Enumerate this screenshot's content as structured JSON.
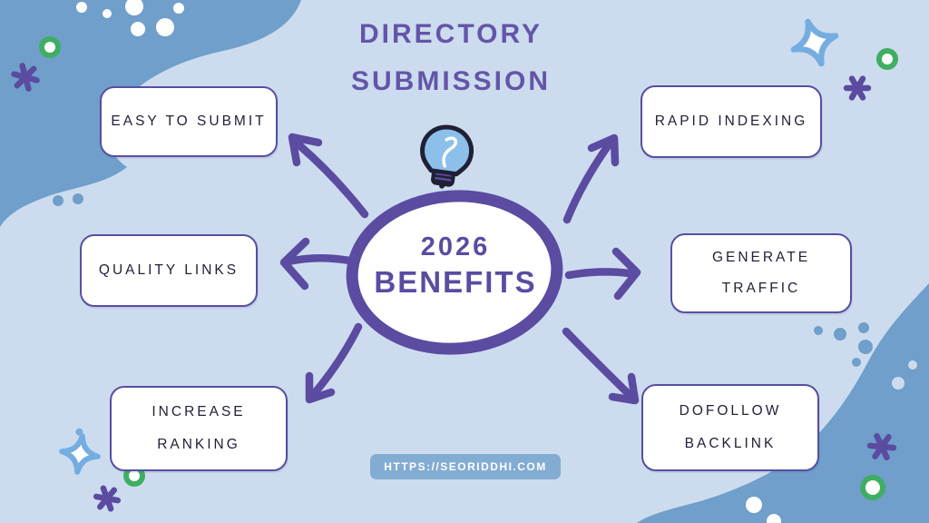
{
  "title": {
    "line1": "DIRECTORY",
    "line2": "SUBMISSION"
  },
  "center": {
    "year": "2026",
    "label": "BENEFITS"
  },
  "benefits": [
    {
      "id": "easy-to-submit",
      "lines": [
        "EASY TO SUBMIT"
      ]
    },
    {
      "id": "quality-links",
      "lines": [
        "QUALITY LINKS"
      ]
    },
    {
      "id": "increase-ranking",
      "lines": [
        "INCREASE",
        "RANKING"
      ]
    },
    {
      "id": "rapid-indexing",
      "lines": [
        "RAPID INDEXING"
      ]
    },
    {
      "id": "generate-traffic",
      "lines": [
        "GENERATE",
        "TRAFFIC"
      ]
    },
    {
      "id": "dofollow-backlink",
      "lines": [
        "DOFOLLOW",
        "BACKLINK"
      ]
    }
  ],
  "footer": {
    "url": "HTTPS://SEORIDDHI.COM"
  },
  "icons": {
    "center_icon": "lightbulb"
  },
  "colors": {
    "bg": "#ccdcee",
    "blob": "#6f9fca",
    "purple": "#5b4ba1",
    "titlePurple": "#6355a8",
    "boxBorder": "#564fa0",
    "boxText": "#222238",
    "green": "#3fae63",
    "sparkleBlue": "#76ade0",
    "badgeBg": "#83acd3",
    "bulbBlue": "#8cc0ea",
    "bulbOutline": "#1f2033"
  }
}
